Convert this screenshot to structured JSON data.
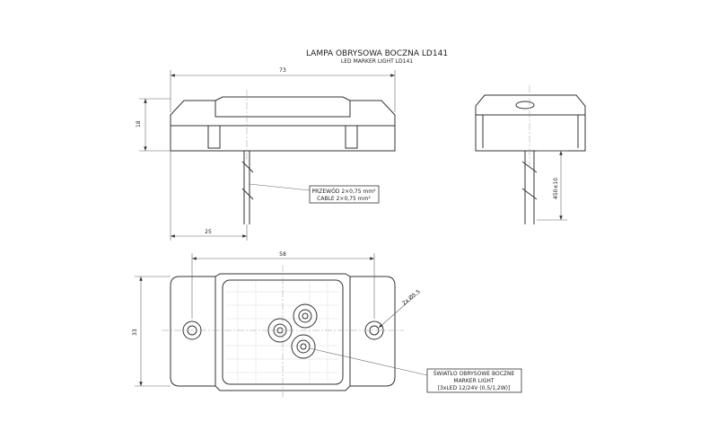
{
  "title": "LAMPA OBRYSOWA BOCZNA LD141",
  "subtitle": "LED MARKER LIGHT LD141",
  "dimensions": {
    "length": "73",
    "height": "18",
    "cable_offset": "25",
    "hole_spacing": "58",
    "width": "33",
    "cable_length": "450±10",
    "hole_diameter": "2x Ø5,5"
  },
  "cable_label": [
    "PRZEWÓD 2×0,75 mm²",
    "CABLE 2×0,75 mm²"
  ],
  "light_label": [
    "ŚWIATŁO OBRYSOWE BOCZNE",
    "MARKER LIGHT",
    "[3xLED 12/24V (0,5/1,2W)]"
  ]
}
